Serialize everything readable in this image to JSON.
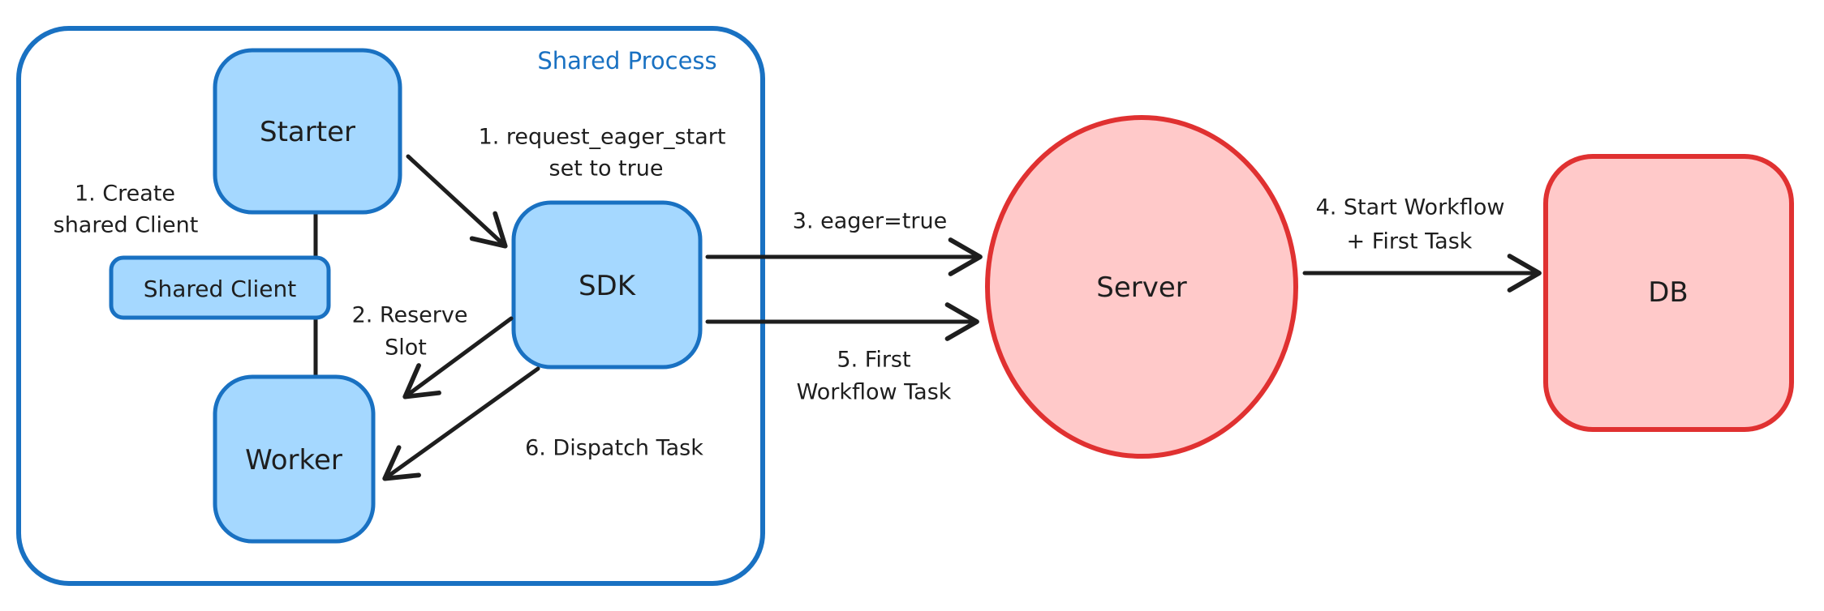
{
  "diagram": {
    "container": {
      "label": "Shared Process"
    },
    "nodes": {
      "starter": {
        "label": "Starter"
      },
      "shared_client": {
        "label": "Shared Client"
      },
      "worker": {
        "label": "Worker"
      },
      "sdk": {
        "label": "SDK"
      },
      "server": {
        "label": "Server"
      },
      "db": {
        "label": "DB"
      }
    },
    "annotations": {
      "create_shared_client": {
        "line1": "1. Create",
        "line2": "shared Client"
      },
      "request_eager_start": {
        "line1": "1. request_eager_start",
        "line2": "set to true"
      },
      "reserve_slot": {
        "line1": "2. Reserve",
        "line2": "Slot"
      },
      "eager_true": {
        "line1": "3. eager=true"
      },
      "start_workflow": {
        "line1": "4. Start Workflow",
        "line2": "+ First Task"
      },
      "first_workflow_task": {
        "line1": "5. First",
        "line2": "Workflow Task"
      },
      "dispatch_task": {
        "line1": "6. Dispatch Task"
      }
    },
    "colors": {
      "blue_stroke": "#1971c2",
      "blue_fill": "#a5d8ff",
      "red_stroke": "#e03131",
      "red_fill": "#ffc9c9",
      "ink": "#1e1e1e",
      "background": "#ffffff"
    }
  }
}
